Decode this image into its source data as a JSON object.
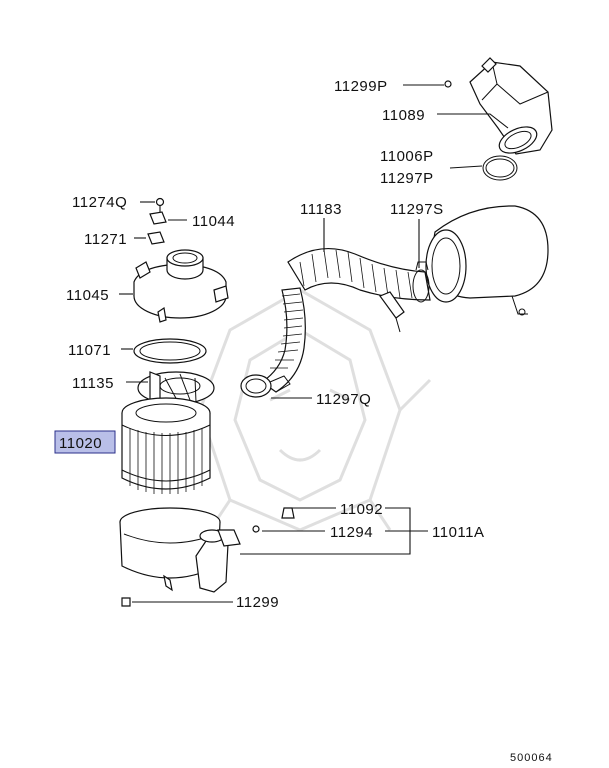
{
  "diagram": {
    "labels": {
      "p11299P": "11299P",
      "p11089": "11089",
      "p11006P": "11006P",
      "p11297P": "11297P",
      "p11274Q": "11274Q",
      "p11044": "11044",
      "p11183": "11183",
      "p11297S": "11297S",
      "p11271": "11271",
      "p11045": "11045",
      "p11071": "11071",
      "p11135": "11135",
      "p11297Q": "11297Q",
      "p11020": "11020",
      "p11092": "11092",
      "p11294": "11294",
      "p11011A": "11011A",
      "p11299": "11299"
    },
    "highlighted_part": "11020",
    "highlight_color": "#b9bfe8",
    "highlight_border": "#2a2f8a",
    "figure_number": "500064"
  }
}
